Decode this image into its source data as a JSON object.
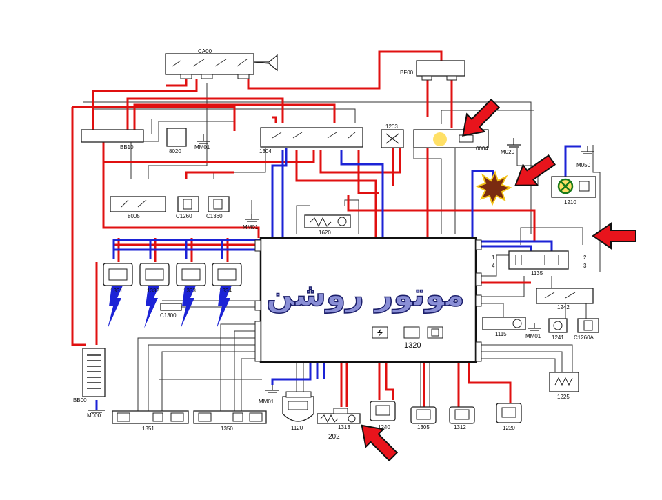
{
  "diagram": {
    "title": "موتور روشن",
    "ecu": {
      "id": "1320"
    },
    "page_number": "202",
    "components": {
      "ca00": "CA00",
      "bf00": "BF00",
      "bb10": "BB10",
      "c8020": "8020",
      "mm01_top": "MM01",
      "r1304": "1304",
      "c1203": "1203",
      "c0004": "0004",
      "m020": "M020",
      "m050": "M050",
      "c1210": "1210",
      "c8005": "8005",
      "c1260": "C1260",
      "c1360": "C1360",
      "mm01_mid": "MM01",
      "c1620": "1620",
      "coils": [
        "1331",
        "1332",
        "1333",
        "1334"
      ],
      "c1300": "C1300",
      "c1135": "1135",
      "c1242": "1242",
      "c1115": "1115",
      "mm01_right": "MM01",
      "c1241": "1241",
      "c1260a": "C1260A",
      "c1225": "1225",
      "bb00": "BB00",
      "m000": "M000",
      "c1351": "1351",
      "c1350": "1350",
      "mm01_bot": "MM01",
      "c1120": "1120",
      "c1313": "1313",
      "c1240": "1240",
      "c1305": "1305",
      "c1312": "1312",
      "c1220": "1220"
    },
    "pins_1135": [
      "1",
      "2",
      "4",
      "3"
    ],
    "colors": {
      "power_wire": "#e01010",
      "signal_wire": "#1c23d6",
      "arrow": "#e8141c",
      "lamp": "#ffe066"
    },
    "icons": [
      "arrow-icon",
      "spark-icon",
      "burst-icon",
      "lamp-icon",
      "battery-icon",
      "ground-icon",
      "speaker-icon"
    ]
  }
}
